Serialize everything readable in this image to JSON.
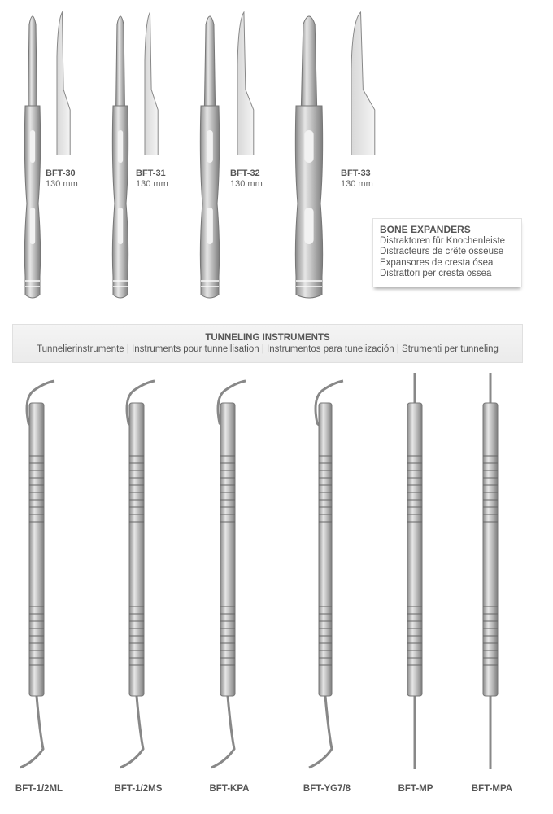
{
  "bone_expanders": {
    "title": "BONE EXPANDERS",
    "translations": [
      "Distraktoren für Knochenleiste",
      "Distracteurs de crête osseuse",
      "Expansores de cresta ósea",
      "Distrattori per cresta ossea"
    ],
    "items": [
      {
        "code": "BFT-30",
        "length": "130 mm"
      },
      {
        "code": "BFT-31",
        "length": "130 mm"
      },
      {
        "code": "BFT-32",
        "length": "130 mm"
      },
      {
        "code": "BFT-33",
        "length": "130 mm"
      }
    ]
  },
  "tunneling": {
    "title": "TUNNELING INSTRUMENTS",
    "subtitle": "Tunnelierinstrumente | Instruments pour tunnellisation | Instrumentos para tunelización | Strumenti per tunneling",
    "items": [
      {
        "code": "BFT-1/2ML"
      },
      {
        "code": "BFT-1/2MS"
      },
      {
        "code": "BFT-KPA"
      },
      {
        "code": "BFT-YG7/8"
      },
      {
        "code": "BFT-MP"
      },
      {
        "code": "BFT-MPA"
      }
    ]
  }
}
